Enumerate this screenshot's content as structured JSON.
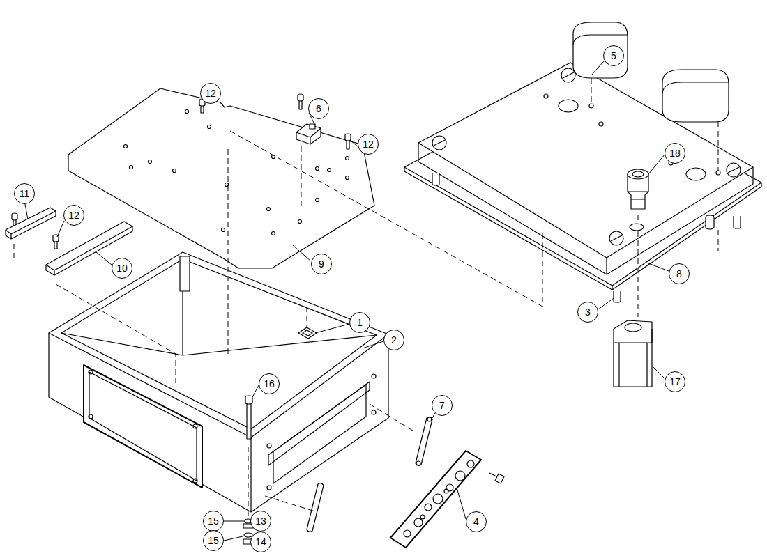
{
  "diagram": {
    "labels": [
      "5",
      "12",
      "6",
      "12",
      "18",
      "11",
      "12",
      "9",
      "10",
      "8",
      "3",
      "1",
      "2",
      "16",
      "17",
      "7",
      "4",
      "15",
      "13",
      "15",
      "14"
    ]
  }
}
